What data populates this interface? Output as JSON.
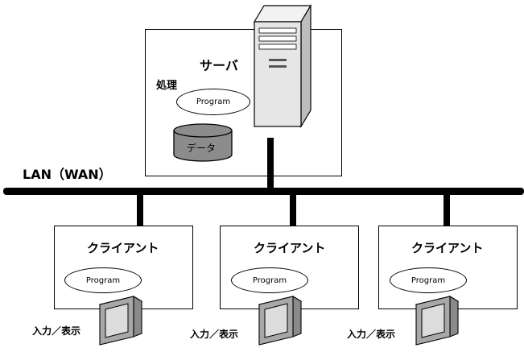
{
  "network": {
    "label": "LAN（WAN）"
  },
  "server": {
    "title": "サーバ",
    "process_label": "処理",
    "program_label": "Program",
    "data_label": "データ"
  },
  "clients": [
    {
      "title": "クライアント",
      "program_label": "Program",
      "io_label": "入力／表示"
    },
    {
      "title": "クライアント",
      "program_label": "Program",
      "io_label": "入力／表示"
    },
    {
      "title": "クライアント",
      "program_label": "Program",
      "io_label": "入力／表示"
    }
  ],
  "colors": {
    "line": "#000000",
    "box_border": "#000000",
    "cylinder": "#8c8c8c",
    "tower": "#e6e6e6"
  }
}
